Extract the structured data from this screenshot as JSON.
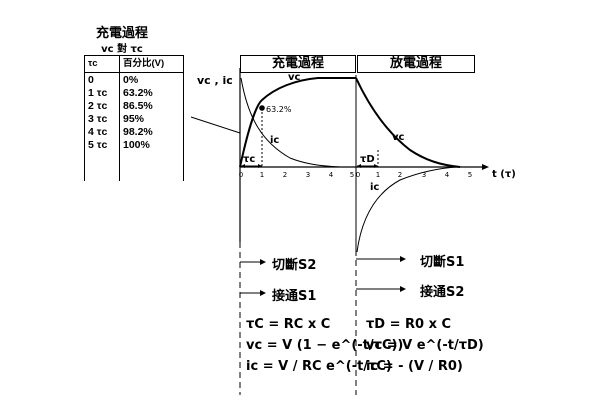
{
  "table": {
    "title": "充電過程",
    "subtitle": "vc 對 τc",
    "col1_header": "τc",
    "col2_header": "百分比(V)",
    "rows": [
      {
        "t": "0",
        "pct": "0%"
      },
      {
        "t": "1 τc",
        "pct": "63.2%"
      },
      {
        "t": "2 τc",
        "pct": "86.5%"
      },
      {
        "t": "3 τc",
        "pct": "95%"
      },
      {
        "t": "4 τc",
        "pct": "98.2%"
      },
      {
        "t": "5 τc",
        "pct": "100%"
      }
    ]
  },
  "graph": {
    "charge_header": "充電過程",
    "discharge_header": "放電過程",
    "y_axis_label": "vc , ic",
    "x_axis_label": "t (τ)",
    "charge_ticks": [
      "0",
      "1",
      "2",
      "3",
      "4",
      "5"
    ],
    "discharge_ticks": [
      "0",
      "1",
      "2",
      "3",
      "4",
      "5"
    ],
    "vc_label": "vc",
    "ic_label": "ic",
    "marker_label": "63.2%",
    "tau_c_label": "τc",
    "tau_d_label": "τD"
  },
  "events": {
    "charge_top": "切斷S2",
    "charge_bottom": "接通S1",
    "discharge_top": "切斷S1",
    "discharge_bottom": "接通S2"
  },
  "formulas": {
    "charge": [
      "τC = RC x C",
      "vc = V (1 − e^(-t/τC))",
      "ic = V / RC e^(-t/τC)"
    ],
    "discharge": [
      "τD = R0 x C",
      "vc = V e^(-t/τD)",
      "ic = - (V / R0)"
    ]
  }
}
